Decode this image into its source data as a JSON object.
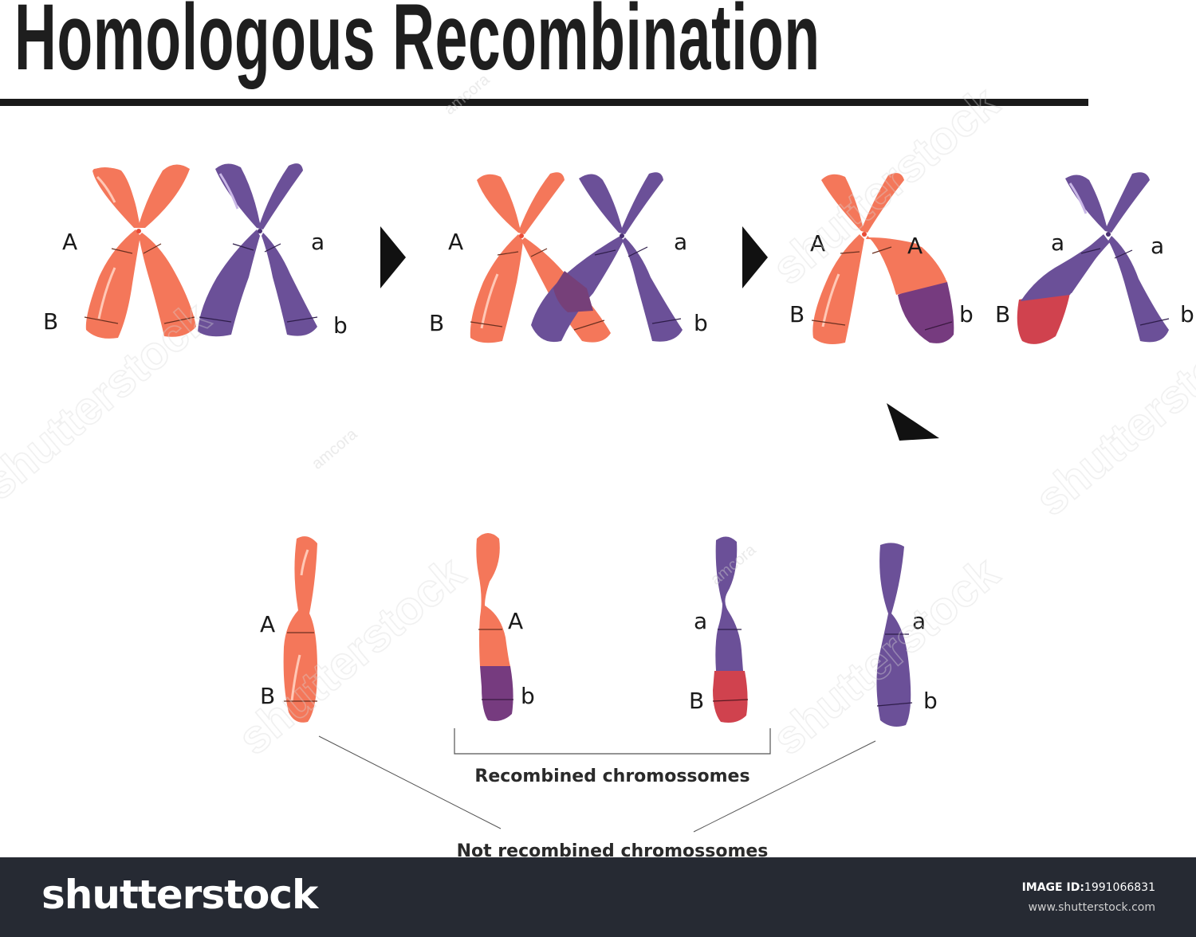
{
  "title": "Homologous Recombination",
  "colors": {
    "maternal": "#f4775a",
    "paternal": "#6b5098",
    "overlap": "#764079",
    "recombined_red": "#d0424e",
    "recombined_purple": "#763b7f",
    "title_text": "#1e1e1e",
    "footer_bg": "#262a33"
  },
  "stage1": {
    "labels": [
      "A",
      "B",
      "a",
      "b"
    ]
  },
  "stage2": {
    "labels": [
      "A",
      "B",
      "a",
      "b"
    ]
  },
  "stage3": {
    "labels": [
      "A",
      "A",
      "B",
      "b",
      "a",
      "a",
      "B",
      "b"
    ]
  },
  "result": {
    "labels": [
      "A",
      "B",
      "A",
      "b",
      "a",
      "B",
      "a",
      "b"
    ]
  },
  "captions": {
    "recombined": "Recombined chromossomes",
    "not_recombined": "Not recombined chromossomes"
  },
  "icons": [
    "arrow-right-icon",
    "arrow-right-icon",
    "arrow-down-left-icon"
  ],
  "watermark": {
    "brand": "shutterstock",
    "author": "amcora"
  },
  "footer": {
    "logo": "shutterstock",
    "image_id_label": "IMAGE ID:",
    "image_id": "1991066831",
    "url": "www.shutterstock.com"
  }
}
